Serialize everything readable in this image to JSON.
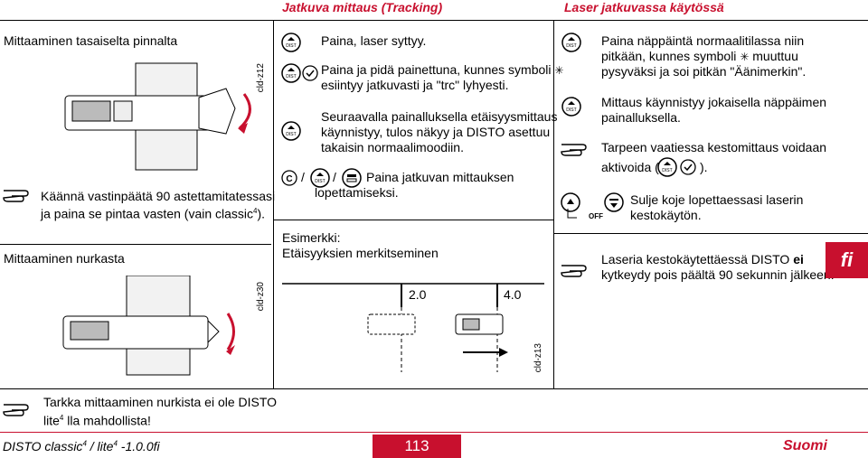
{
  "header": {
    "col2_title": "Jatkuva mittaus (Tracking)",
    "col3_title": "Laser jatkuvassa käytössä"
  },
  "left": {
    "section1_title": "Mittaaminen tasaiselta pinnalta",
    "image1_code": "cld-z12",
    "note1_line1": "Käännä vastinpäätä 90 astettamitatessasi",
    "note1_line2a": "ja paina se pintaa vasten (vain classic",
    "note1_sup": "4",
    "note1_line2b": ").",
    "section2_title": "Mittaaminen nurkasta",
    "image2_code": "cld-z30"
  },
  "middle": {
    "step1": "Paina, laser syttyy.",
    "step2_line1": "Paina ja pidä painettuna, kunnes symboli",
    "step2_line2": "esiintyy jatkuvasti ja \"trc\" lyhyesti.",
    "step3_line1": "Seuraavalla painalluksella etäisyysmittaus",
    "step3_line2": "käynnistyy, tulos näkyy ja DISTO asettuu",
    "step3_line3": "takaisin normaalimoodiin.",
    "step4_sep": "/",
    "step4_line1": "Paina jatkuvan mittauksen",
    "step4_line2": "lopettamiseksi.",
    "example_label": "Esimerkki:",
    "example_text": "Etäisyyksien merkitseminen",
    "mark1": "2.0",
    "mark2": "4.0",
    "image3_code": "cld-z13"
  },
  "right": {
    "p1_line1": "Paina näppäintä normaalitilassa niin",
    "p1_line2": "pitkään, kunnes symboli",
    "p1_line2b": "muuttuu",
    "p1_line3": "pysyväksi ja soi pitkän \"Äänimerkin\".",
    "p2_line1": "Mittaus käynnistyy jokaisella näppäimen",
    "p2_line2": "painalluksella.",
    "p3_line1": "Tarpeen vaatiessa kestomittaus voidaan",
    "p3_line2a": "aktivoida (",
    "p3_line2b": ").",
    "p4_line1": "Sulje koje lopettaessasi laserin",
    "p4_line2": "kestokäytön.",
    "off_label": "OFF",
    "p5_line1a": "Laseria kestokäytettäessä DISTO",
    "p5_bold": "ei",
    "p5_line2": "kytkeydy pois päältä 90 sekunnin jälkeen!",
    "fi_badge": "fi"
  },
  "bottom": {
    "note_line1": "Tarkka mittaaminen nurkista ei ole DISTO",
    "note_line2a": "lite",
    "note_sup": "4",
    "note_line2b": " lla mahdollista!"
  },
  "footer": {
    "left_a": "DISTO classic",
    "left_sup1": "4",
    "left_b": " / lite",
    "left_sup2": "4",
    "left_c": " -1.0.0fi",
    "page_number": "113",
    "language": "Suomi"
  },
  "colors": {
    "accent": "#c8102e"
  }
}
